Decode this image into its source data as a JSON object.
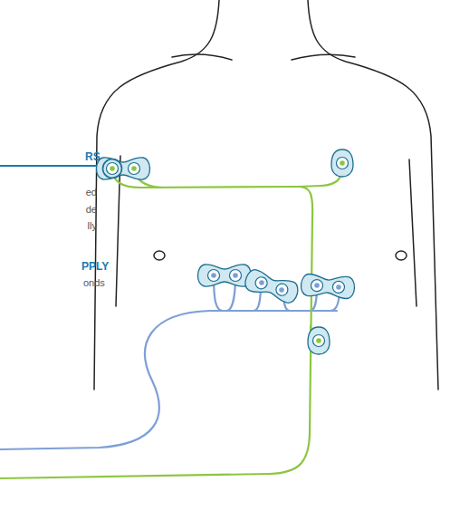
{
  "diagram": {
    "labels": [
      "RS",
      "ed",
      "de",
      "lly",
      "PPLY",
      "onds"
    ]
  }
}
